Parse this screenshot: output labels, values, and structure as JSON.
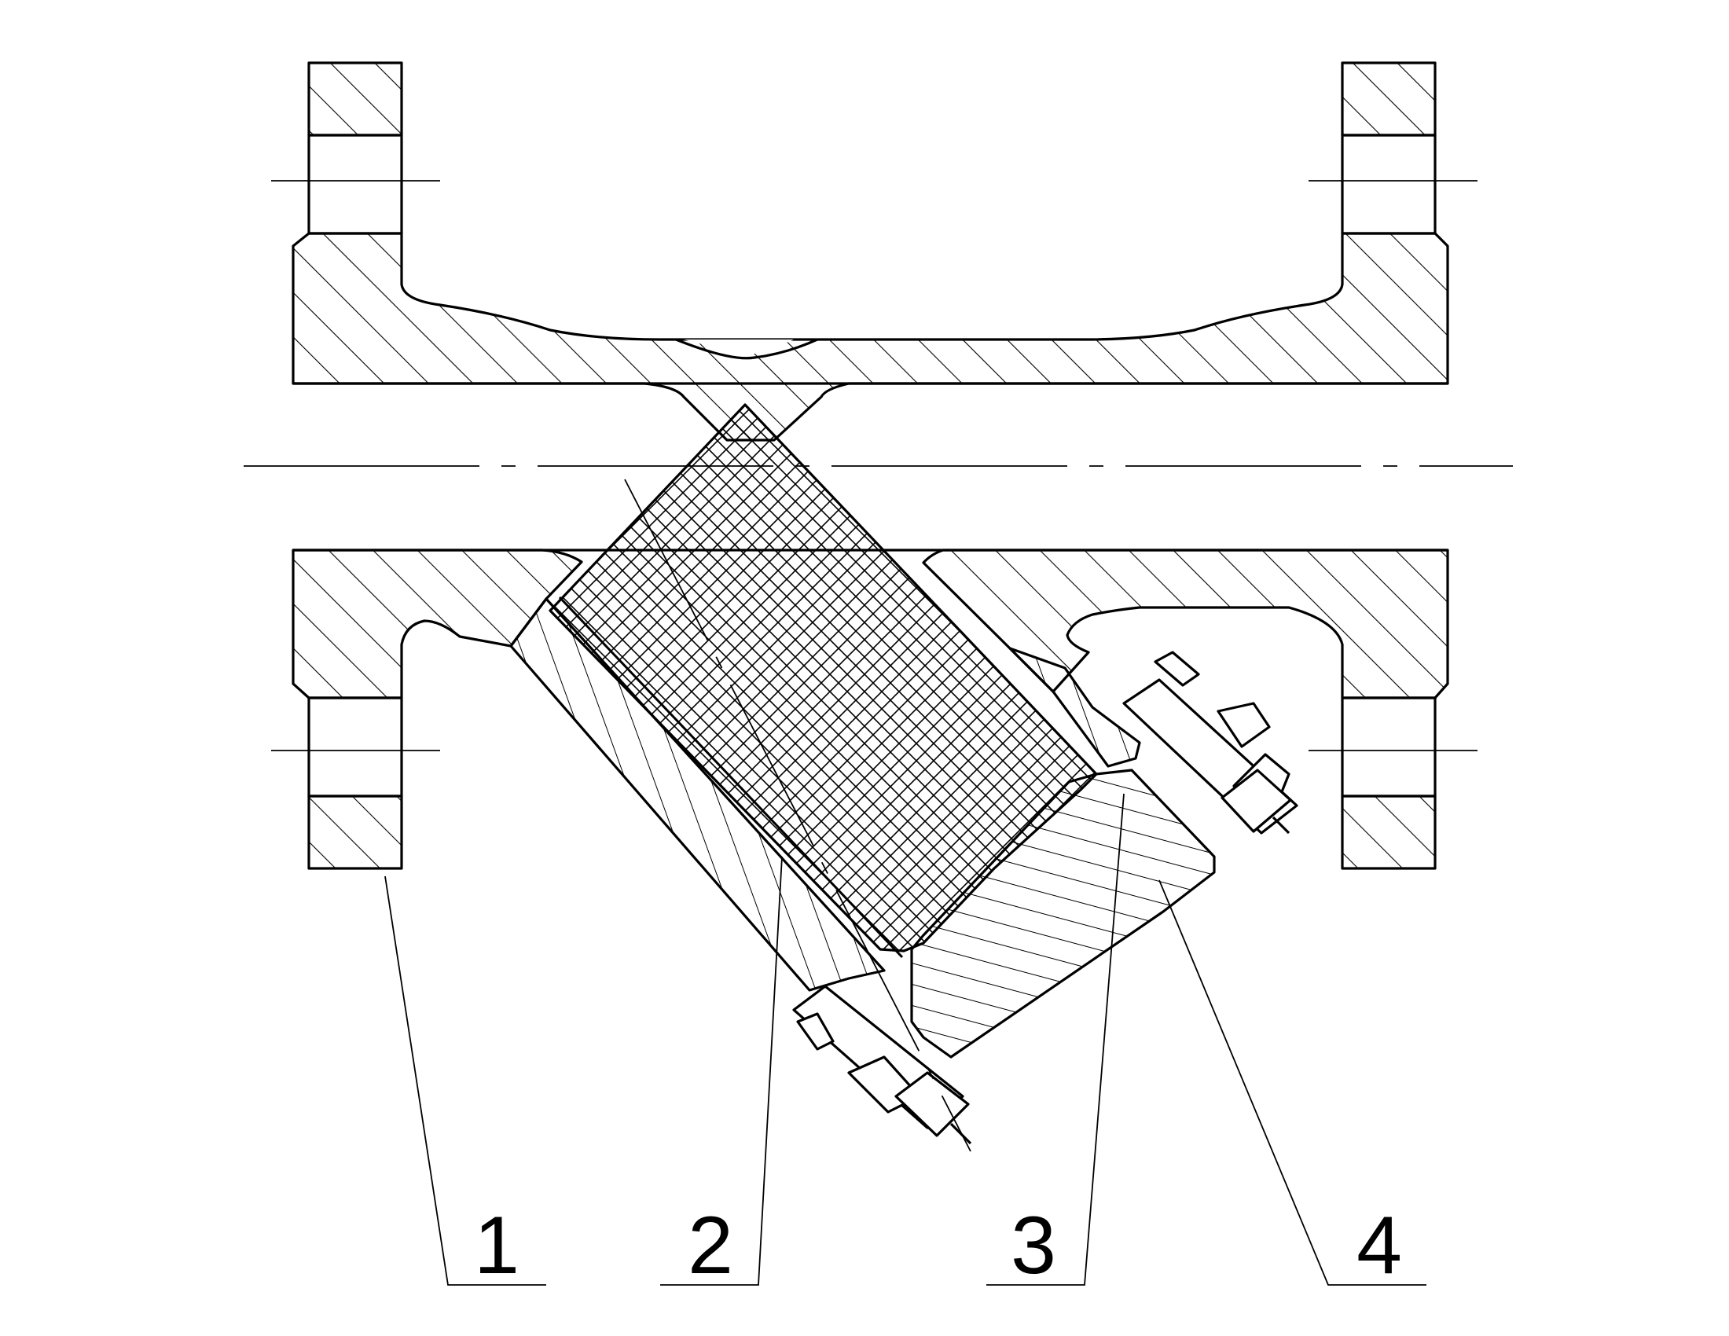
{
  "drawing": {
    "stroke_color": "#000000",
    "background": "#ffffff"
  },
  "callouts": [
    {
      "number": "1"
    },
    {
      "number": "2"
    },
    {
      "number": "3"
    },
    {
      "number": "4"
    }
  ]
}
